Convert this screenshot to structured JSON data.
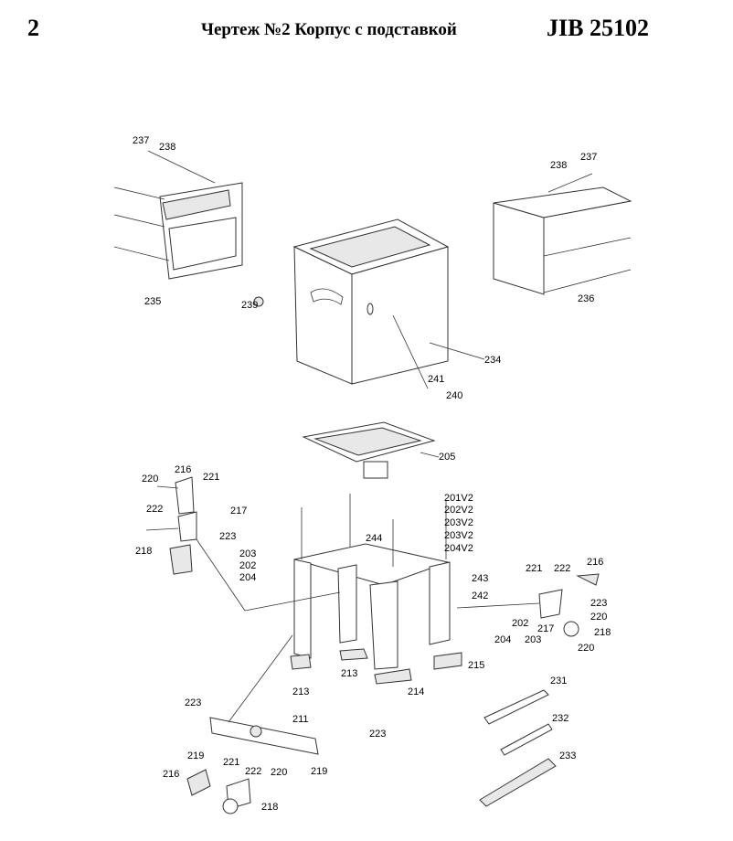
{
  "header": {
    "page_number": "2",
    "title": "Чертеж №2 Корпус с подставкой",
    "model": "JIB 25102"
  },
  "callouts": [
    "237",
    "238",
    "235",
    "239",
    "238",
    "237",
    "236",
    "234",
    "241",
    "240",
    "205",
    "220",
    "216",
    "221",
    "222",
    "217",
    "223",
    "218",
    "203",
    "202",
    "204",
    "201V2",
    "202V2",
    "203V2",
    "203V2",
    "204V2",
    "244",
    "243",
    "242",
    "221",
    "222",
    "216",
    "223",
    "220",
    "218",
    "220",
    "202",
    "204",
    "217",
    "203",
    "213",
    "213",
    "214",
    "215",
    "231",
    "232",
    "233",
    "223",
    "211",
    "223",
    "219",
    "221",
    "222",
    "220",
    "219",
    "216",
    "218"
  ]
}
